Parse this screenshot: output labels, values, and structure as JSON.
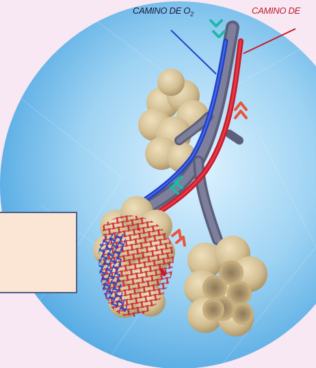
{
  "labels": {
    "o2_path": "CAMINO DE O",
    "o2_sub": "2",
    "co2_path": "CAMINO DE "
  },
  "colors": {
    "background": "#f7e8f4",
    "oxygen_path": "#2346d6",
    "co2_path": "#d4182c",
    "alveoli": "#d6c39a",
    "bronchiole": "#6d6f8c",
    "oxygen_arrow": "#1fb8a8",
    "co2_arrow": "#e8553a",
    "textbox_fill": "#fbe6d6",
    "textbox_border": "#4e5d86"
  },
  "icons": [
    "oxygen-flow-arrow-icon",
    "co2-flow-arrow-icon"
  ]
}
